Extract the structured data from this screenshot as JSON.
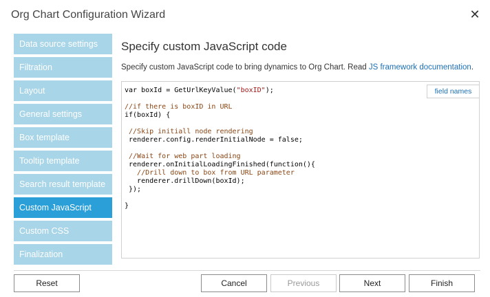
{
  "window": {
    "title": "Org Chart Configuration Wizard"
  },
  "sidebar": {
    "items": [
      {
        "label": "Data source settings"
      },
      {
        "label": "Filtration"
      },
      {
        "label": "Layout"
      },
      {
        "label": "General settings"
      },
      {
        "label": "Box template"
      },
      {
        "label": "Tooltip template"
      },
      {
        "label": "Search result template"
      },
      {
        "label": "Custom JavaScript"
      },
      {
        "label": "Custom CSS"
      },
      {
        "label": "Finalization"
      }
    ],
    "active_index": 7
  },
  "main": {
    "title": "Specify custom JavaScript code",
    "description": "Specify custom JavaScript code to bring dynamics to Org Chart. Read",
    "link_text": "JS framework documentation",
    "description_end": "."
  },
  "editor": {
    "field_names_label": "field names",
    "code": {
      "l1a": "var boxId = GetUrlKeyValue(",
      "l1b": "\"boxID\"",
      "l1c": ");",
      "l2": "//if there is boxID in URL",
      "l3": "if(boxId) {",
      "l4": " //Skip initiall node rendering",
      "l5": " renderer.config.renderInitialNode = false;",
      "l6": " //Wait for web part loading",
      "l7": " renderer.onInitialLoadingFinished(function(){",
      "l8": "   //Drill down to box from URL parameter",
      "l9": "   renderer.drillDown(boxId);",
      "l10": " });",
      "l11": "}"
    }
  },
  "footer": {
    "reset": "Reset",
    "cancel": "Cancel",
    "previous": "Previous",
    "next": "Next",
    "finish": "Finish"
  }
}
